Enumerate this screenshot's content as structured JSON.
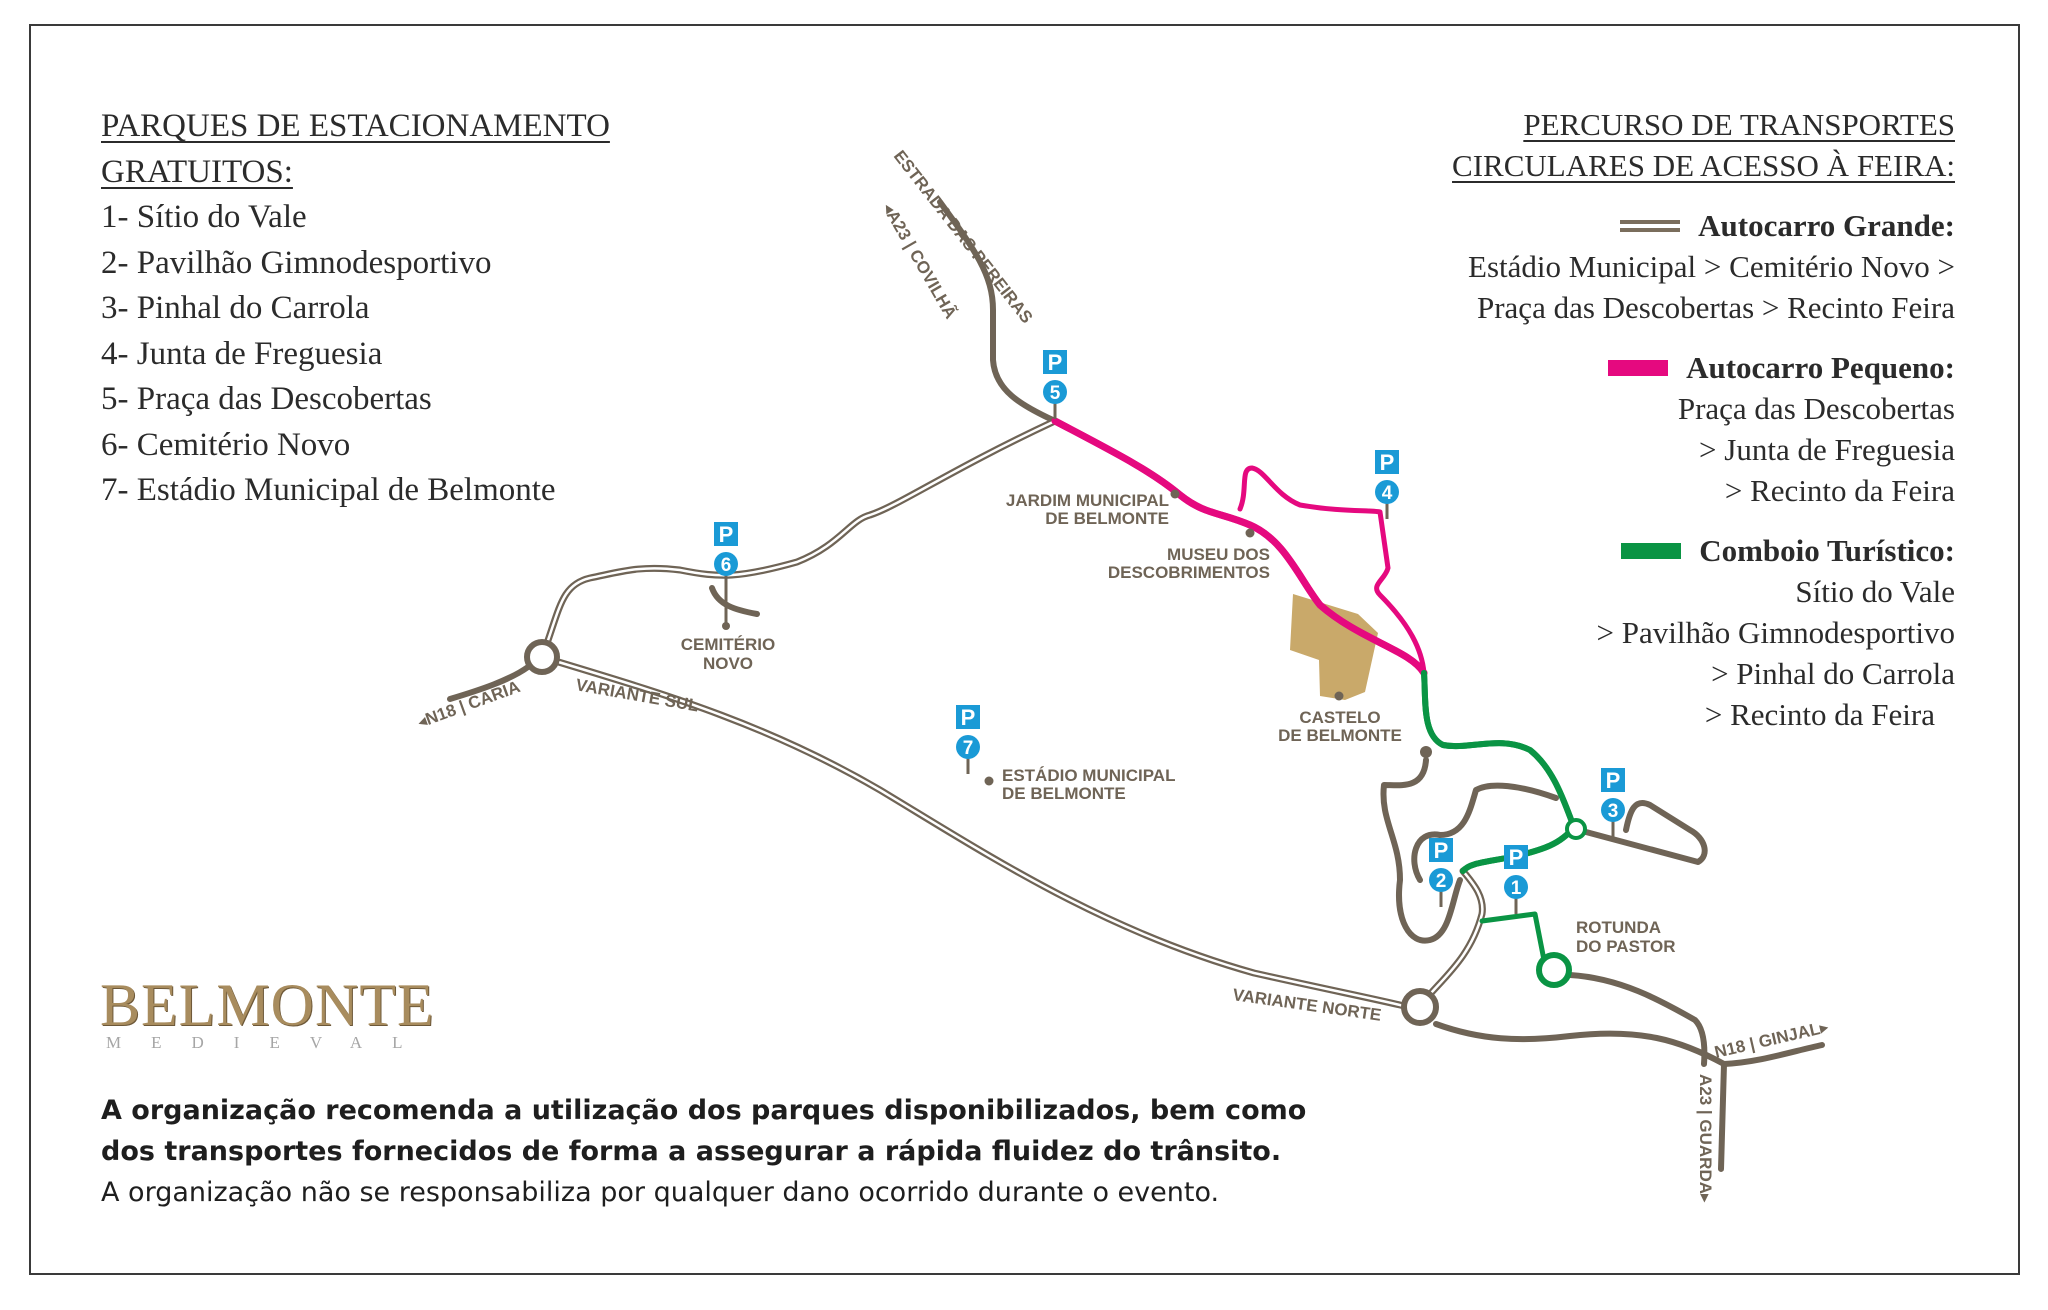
{
  "parking": {
    "title_line1": "PARQUES DE ESTACIONAMENTO",
    "title_line2": "GRATUITOS:",
    "items": [
      "1- Sítio do Vale",
      "2- Pavilhão Gimnodesportivo",
      "3- Pinhal do Carrola",
      "4- Junta de Freguesia",
      "5- Praça das Descobertas",
      "6- Cemitério Novo",
      "7- Estádio Municipal de Belmonte"
    ]
  },
  "transport": {
    "title_line1": "PERCURSO DE TRANSPORTES",
    "title_line2": "CIRCULARES DE ACESSO À FEIRA:",
    "routes": [
      {
        "name": "Autocarro Grande:",
        "color": "#7a6d5c",
        "stops": [
          "Estádio Municipal  > Cemitério Novo >",
          "Praça das Descobertas > Recinto Feira"
        ]
      },
      {
        "name": "Autocarro Pequeno:",
        "color": "#e5097f",
        "stops": [
          "Praça das Descobertas",
          "> Junta de Freguesia",
          "> Recinto da Feira"
        ]
      },
      {
        "name": "Comboio Turístico:",
        "color": "#0a9444",
        "stops": [
          "Sítio do Vale",
          "> Pavilhão Gimnodesportivo",
          "> Pinhal do Carrola",
          "> Recinto da Feira"
        ]
      }
    ]
  },
  "map": {
    "places": {
      "jardim": [
        "JARDIM MUNICIPAL",
        "DE BELMONTE"
      ],
      "museu": [
        "MUSEU DOS",
        "DESCOBRIMENTOS"
      ],
      "castelo": [
        "CASTELO",
        "DE BELMONTE"
      ],
      "cemiterio": [
        "CEMITÉRIO",
        "NOVO"
      ],
      "estadio": [
        "ESTÁDIO MUNICIPAL",
        "DE BELMONTE"
      ],
      "rotunda": [
        "ROTUNDA",
        "DO PASTOR"
      ]
    },
    "roads": {
      "estrada_pereiras": "ESTRADA DAS PEREIRAS",
      "a23_covilha": "◂A23 | COVILHÃ",
      "n18_caria": "◂N18 | CARIA",
      "variante_sul": "VARIANTE SUL",
      "variante_norte": "VARIANTE NORTE",
      "n18_ginjal": "N18 | GINJAL▸",
      "a23_guarda": "A23 | GUARDA▸"
    },
    "parking_sign": "P",
    "parking_numbers": [
      "1",
      "2",
      "3",
      "4",
      "5",
      "6",
      "7"
    ],
    "colors": {
      "road": "#6f6456",
      "pink": "#e5097f",
      "green": "#0a9444",
      "parking": "#1a9ad6",
      "castle": "#c9a96a"
    }
  },
  "logo": {
    "main": "BELMONTE",
    "sub": "MEDIEVAL"
  },
  "notice": {
    "bold_line1": "A organização recomenda a utilização dos parques disponibilizados, bem como",
    "bold_line2": "dos transportes fornecidos de forma a assegurar a rápida fluidez do trânsito.",
    "line3": "A organização não se responsabiliza por qualquer dano ocorrido durante o evento."
  }
}
